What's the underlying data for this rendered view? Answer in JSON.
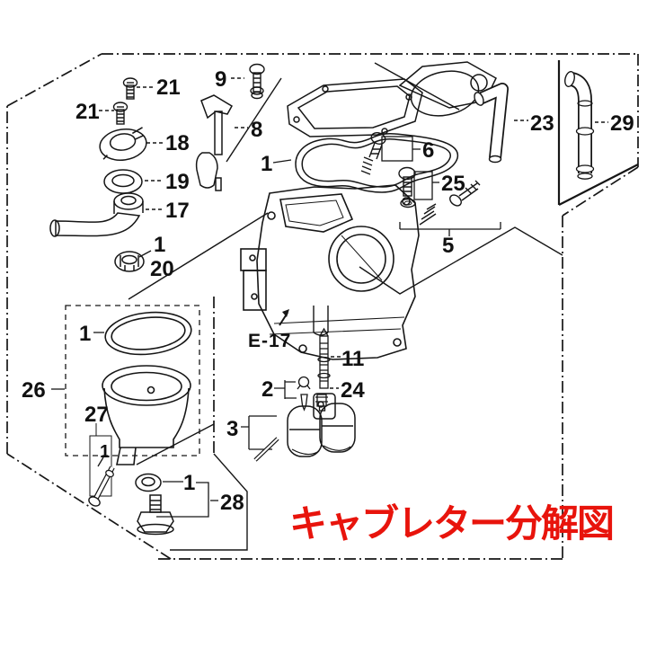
{
  "diagram": {
    "kind": "parts-exploded-diagram",
    "subject": "carburetor",
    "reference_code": "E-17",
    "part_numbers_shown": [
      "1",
      "2",
      "3",
      "5",
      "6",
      "8",
      "9",
      "11",
      "17",
      "18",
      "19",
      "20",
      "21",
      "23",
      "24",
      "25",
      "26",
      "27",
      "28",
      "29"
    ],
    "labels": {
      "p21a": "21",
      "p21b": "21",
      "p18": "18",
      "p19": "19",
      "p17": "17",
      "p1_pipe": "1",
      "p20": "20",
      "p9": "9",
      "p8": "8",
      "p1_gasket": "1",
      "p6": "6",
      "p25": "25",
      "p5": "5",
      "p23": "23",
      "p29": "29",
      "p26": "26",
      "p1_oring": "1",
      "p27": "27",
      "p1_drain": "1",
      "p1_washer": "1",
      "p28": "28",
      "p2": "2",
      "p24": "24",
      "p11": "11",
      "p3": "3",
      "e17": "E-17"
    },
    "title": {
      "text": "キャブレター分解図",
      "color": "#e8140c",
      "meaning": "carburetor exploded view"
    },
    "line_color": "#161616",
    "background_color": "#ffffff"
  }
}
